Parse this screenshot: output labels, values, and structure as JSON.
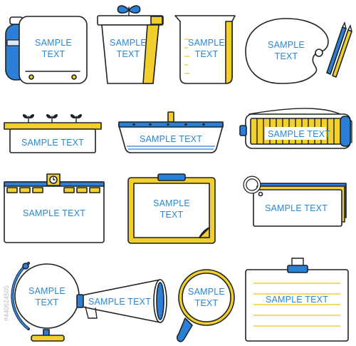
{
  "frames": [
    {
      "id": "backpack",
      "lines": [
        "SAMPLE",
        "TEXT"
      ]
    },
    {
      "id": "flowerpot",
      "lines": [
        "SAMPLE",
        "TEXT"
      ]
    },
    {
      "id": "beaker",
      "lines": [
        "SAMPLE",
        "TEXT"
      ]
    },
    {
      "id": "palette",
      "lines": [
        "SAMPLE",
        "TEXT"
      ]
    },
    {
      "id": "planter",
      "lines": [
        "SAMPLE TEXT"
      ]
    },
    {
      "id": "basket",
      "lines": [
        "SAMPLE TEXT"
      ]
    },
    {
      "id": "melodica",
      "lines": [
        "SAMPLE TEXT"
      ]
    },
    {
      "id": "school",
      "lines": [
        "SAMPLE TEXT"
      ]
    },
    {
      "id": "clipboard",
      "lines": [
        "SAMPLE",
        "TEXT"
      ]
    },
    {
      "id": "flashcards",
      "lines": [
        "SAMPLE TEXT"
      ]
    },
    {
      "id": "globe",
      "lines": [
        "SAMPLE",
        "TEXT"
      ]
    },
    {
      "id": "megaphone",
      "lines": [
        "SAMPLE TEXT"
      ]
    },
    {
      "id": "magnifier",
      "lines": [
        "SAMPLE",
        "TEXT"
      ]
    },
    {
      "id": "clip-note",
      "lines": [
        "SAMPLE TEXT"
      ]
    }
  ],
  "colors": {
    "outline": "#1d2226",
    "blue": "#2b7fd6",
    "yellow": "#f2cf2b",
    "text": "#2a87d6"
  },
  "watermark": "#440624505"
}
